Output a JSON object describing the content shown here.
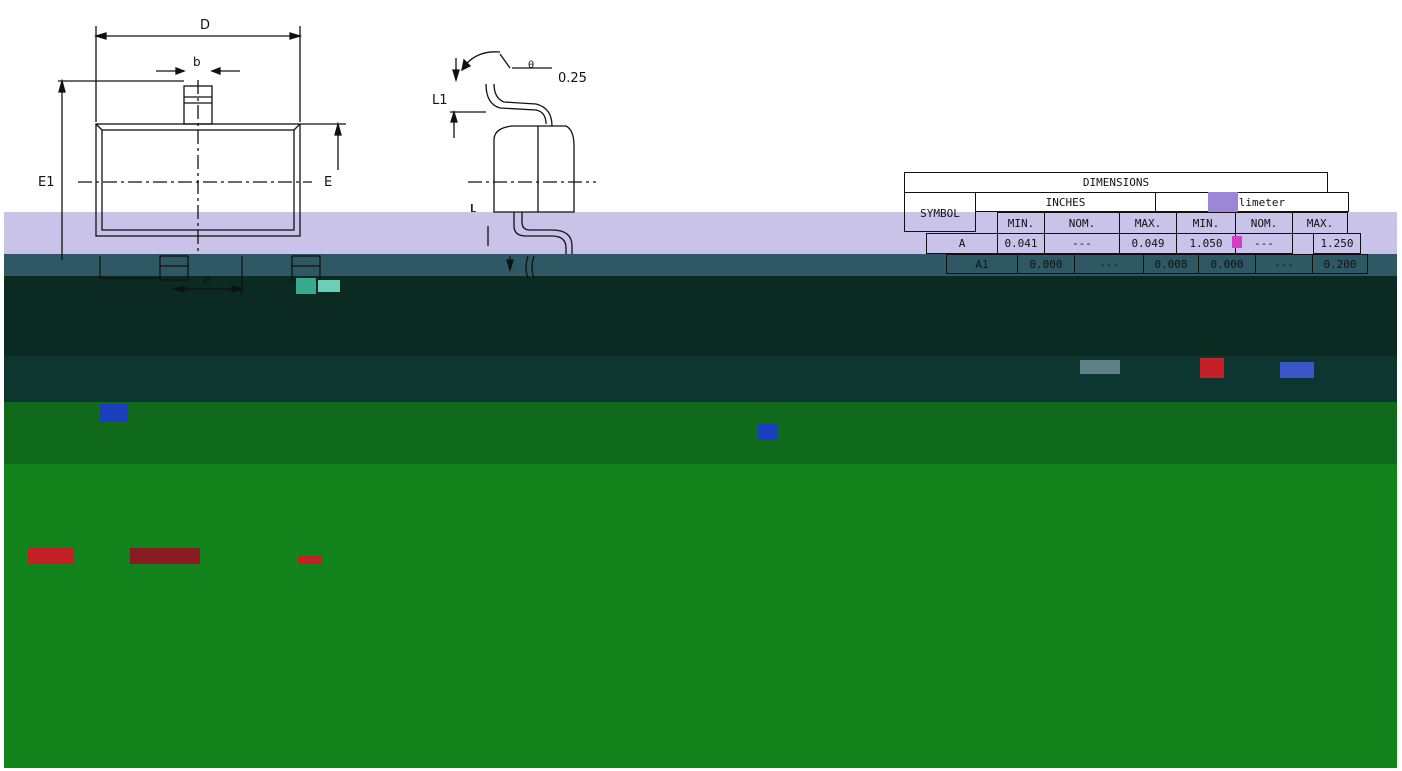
{
  "drawing": {
    "top_view": {
      "label_D": "D",
      "label_b": "b",
      "label_E1": "E1",
      "label_E": "E",
      "label_e": "e"
    },
    "side_view": {
      "label_L1": "L1",
      "label_theta": "θ",
      "label_025": "0.25",
      "label_L": "L"
    }
  },
  "dimensions_table": {
    "title": "DIMENSIONS",
    "symbol_header": "SYMBOL",
    "inches_header": "INCHES",
    "mm_header": "Millimeter",
    "sub_headers": [
      "MIN.",
      "NOM.",
      "MAX.",
      "MIN.",
      "NOM.",
      "MAX."
    ],
    "rows": [
      {
        "symbol": "A",
        "values": [
          "0.041",
          "---",
          "0.049",
          "1.050",
          "---",
          "1.250"
        ]
      },
      {
        "symbol": "A1",
        "values": [
          "0.000",
          "---",
          "0.008",
          "0.000",
          "---",
          "0.200"
        ]
      }
    ]
  },
  "colors": {
    "line": "#111111",
    "band_lavender": "#c9c3ea",
    "band_slate": "#2f5865",
    "band_dark_teal": "#0b2a22",
    "band_teal": "#0f3a35",
    "band_green": "#0f6a1c",
    "band_green_light": "#12821a",
    "artifact_red": "#c3202a",
    "artifact_blue": "#1b3fbf"
  }
}
